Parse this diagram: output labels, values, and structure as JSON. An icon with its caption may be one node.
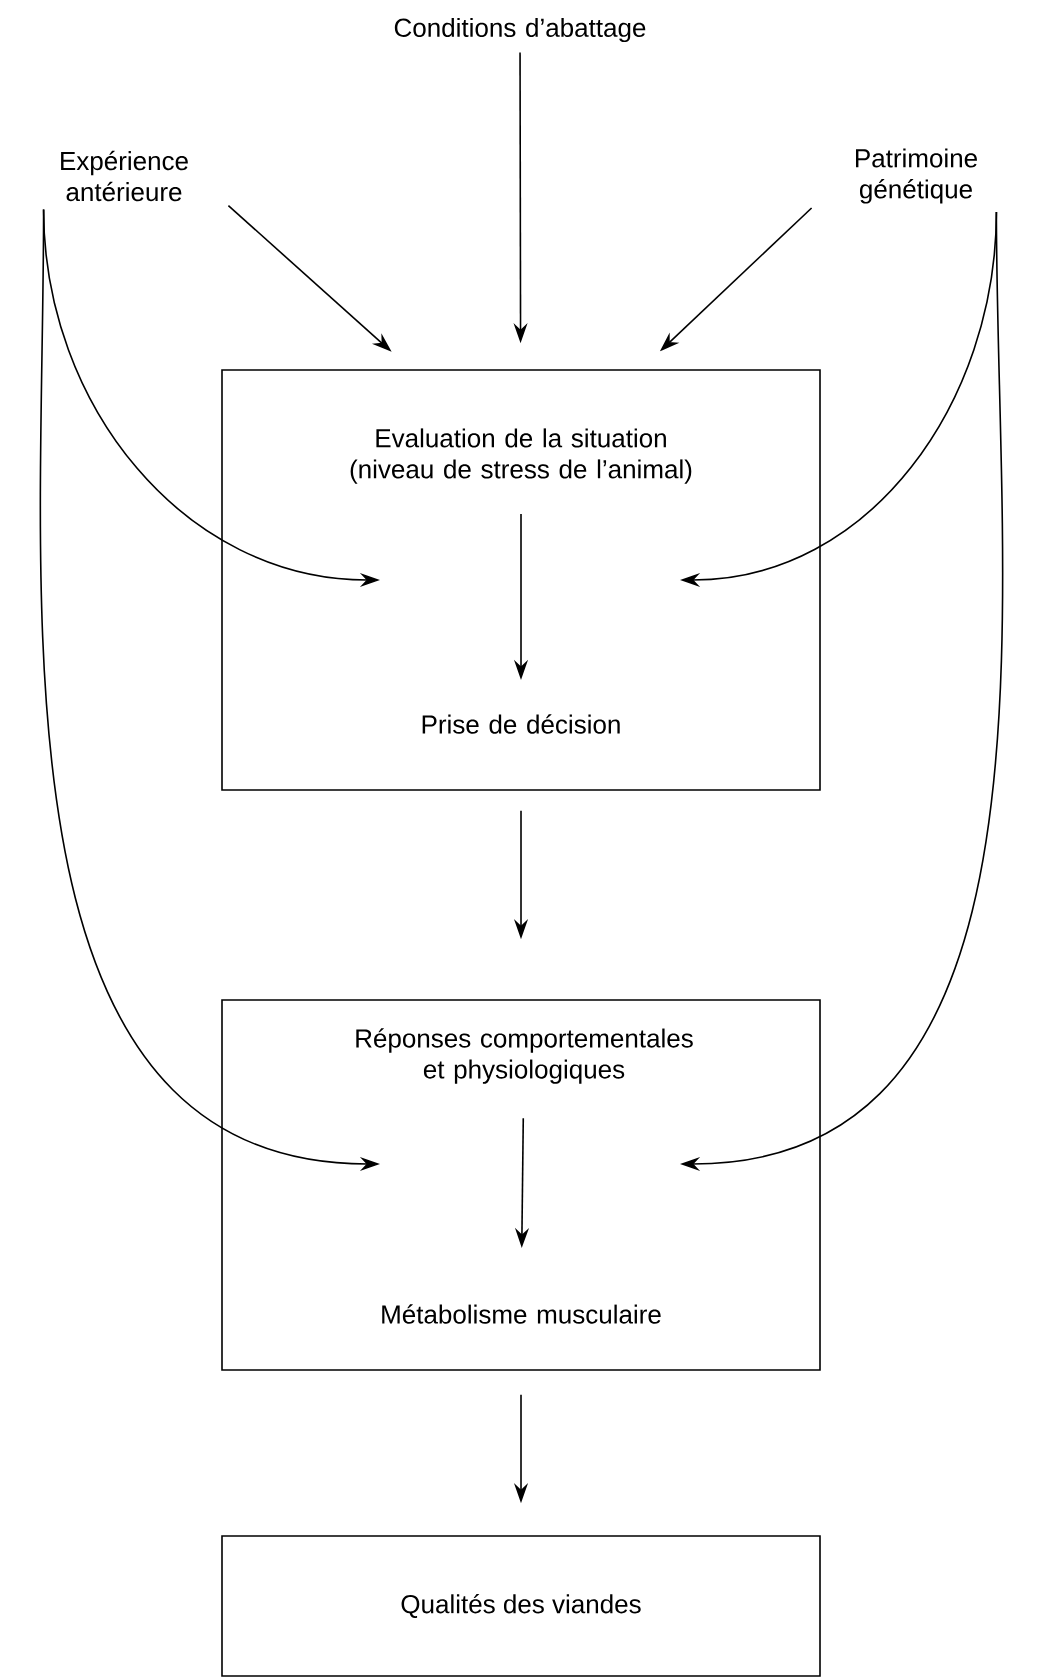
{
  "diagram": {
    "nodes": [
      {
        "text": [
          "Conditions d’abattage"
        ]
      },
      {
        "text": [
          "Expérience antérieure"
        ]
      },
      {
        "text": [
          "Patrimoine génétique"
        ]
      },
      {
        "text": [],
        "shape": "box"
      },
      {
        "text": [
          "Evaluation de la situation (niveau de stress de l’animal)"
        ],
        "in": 3
      },
      {
        "text": [
          "Prise de décision"
        ],
        "in": 3
      },
      {
        "text": [],
        "shape": "box"
      },
      {
        "text": [
          "Réponses comportementales et physiologiques"
        ],
        "in": 6
      },
      {
        "text": [
          "Métabolisme musculaire"
        ],
        "in": 6
      },
      {
        "text": [
          "Qualités des viandes"
        ]
      }
    ],
    "edges": [
      {
        "from": 1,
        "to": 3,
        "arrow": "to"
      },
      {
        "from": 0,
        "to": 3,
        "arrow": "to"
      },
      {
        "from": 2,
        "to": 3,
        "arrow": "to"
      },
      {
        "from": 1,
        "to": null,
        "arrow": "to"
      },
      {
        "from": 2,
        "to": null,
        "arrow": "to"
      },
      {
        "from": 4,
        "to": 5,
        "arrow": "to"
      },
      {
        "from": 3,
        "to": 6,
        "arrow": "to"
      },
      {
        "from": 1,
        "to": null,
        "arrow": "to"
      },
      {
        "from": 2,
        "to": null,
        "arrow": "to"
      },
      {
        "from": 7,
        "to": 8,
        "arrow": "to"
      },
      {
        "from": 6,
        "to": 9,
        "arrow": "to"
      }
    ]
  }
}
